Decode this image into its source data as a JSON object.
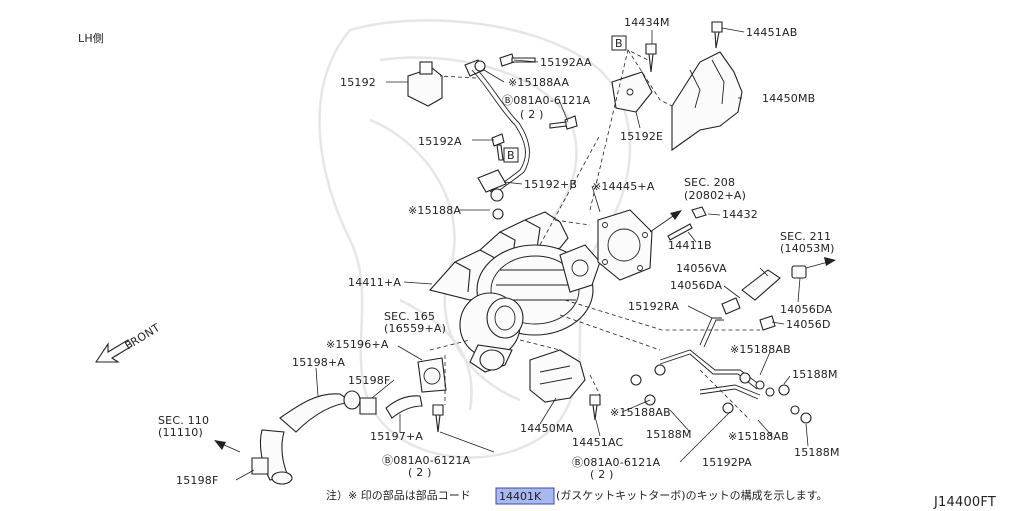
{
  "view_label": "LH側",
  "diagram_code": "J14400FT",
  "front_label": "FRONT",
  "note": {
    "prefix": "注）※ 印の部品は部品コード",
    "code": "14401K",
    "suffix": "(ガスケットキットターボ)のキットの構成を示します。"
  },
  "view_marker": "B",
  "parts": {
    "p14434M": "14434M",
    "p14451AB": "14451AB",
    "p15192AA": "15192AA",
    "p15188AA": "※15188AA",
    "p15192": "15192",
    "p081A0_1": "Ⓑ081A0-6121A",
    "p081A0_1q": "( 2 )",
    "p14450MB": "14450MB",
    "p15192A": "15192A",
    "p15192E": "15192E",
    "p15192B": "15192+B",
    "p14445A": "※14445+A",
    "sec208": "SEC. 208",
    "sec208s": "(20802+A)",
    "p15188A": "※15188A",
    "p14432": "14432",
    "p14411B": "14411B",
    "sec211": "SEC. 211",
    "sec211s": "(14053M)",
    "p14056VA": "14056VA",
    "p14056DA_l": "14056DA",
    "p14411A": "14411+A",
    "p14056DA_r": "14056DA",
    "p15192RA": "15192RA",
    "p14056D": "14056D",
    "sec165": "SEC. 165",
    "sec165s": "(16559+A)",
    "p15196A": "※15196+A",
    "p15188AB_1": "※15188AB",
    "p15198A": "15198+A",
    "p15188M_1": "15188M",
    "p15198F_1": "15198F",
    "p15188AB_2": "※15188AB",
    "p15188AB_3": "※15188AB",
    "sec110": "SEC. 110",
    "sec110s": "(11110)",
    "p15197A": "15197+A",
    "p14450MA": "14450MA",
    "p15188M_2": "15188M",
    "p14451AC": "14451AC",
    "p081A0_2": "Ⓑ081A0-6121A",
    "p081A0_2q": "( 2 )",
    "p081A0_3": "Ⓑ081A0-6121A",
    "p081A0_3q": "( 2 )",
    "p15192PA": "15192PA",
    "p15188M_3": "15188M",
    "p15198F_2": "15198F"
  }
}
